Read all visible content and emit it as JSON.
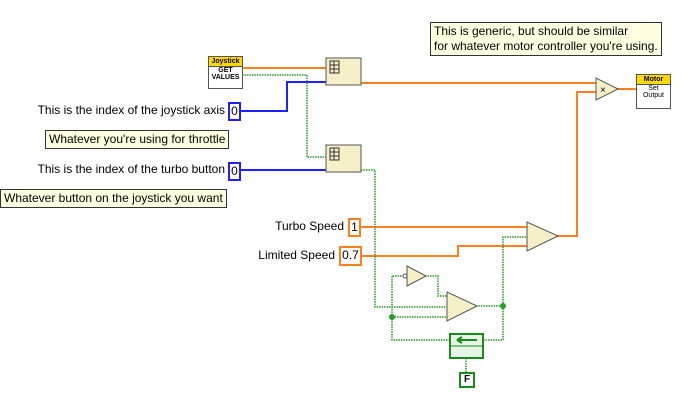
{
  "comments": {
    "top_line1": "This is generic, but should be similar",
    "top_line2": "for whatever motor controller you're using.",
    "throttle": "Whatever you're using for throttle",
    "button": "Whatever button on the joystick you want"
  },
  "labels": {
    "axis_index": "This is the index of the joystick axis",
    "button_index": "This is the index of the turbo button",
    "turbo_speed": "Turbo Speed",
    "limited_speed": "Limited Speed"
  },
  "constants": {
    "axis_index": "0",
    "button_index": "0",
    "turbo_speed": "1",
    "limited_speed": "0.7",
    "false_const": "F"
  },
  "nodes": {
    "joystick": {
      "header": "Joystick",
      "line1": "GET",
      "line2": "VALUES"
    },
    "motor": {
      "header": "Motor",
      "line1": "Set",
      "line2": "Output"
    },
    "multiply": "×"
  },
  "colors": {
    "orange": "#ff7f1f",
    "blue": "#0000ff",
    "green": "#009900",
    "node_fill": "#f5f0c8"
  }
}
